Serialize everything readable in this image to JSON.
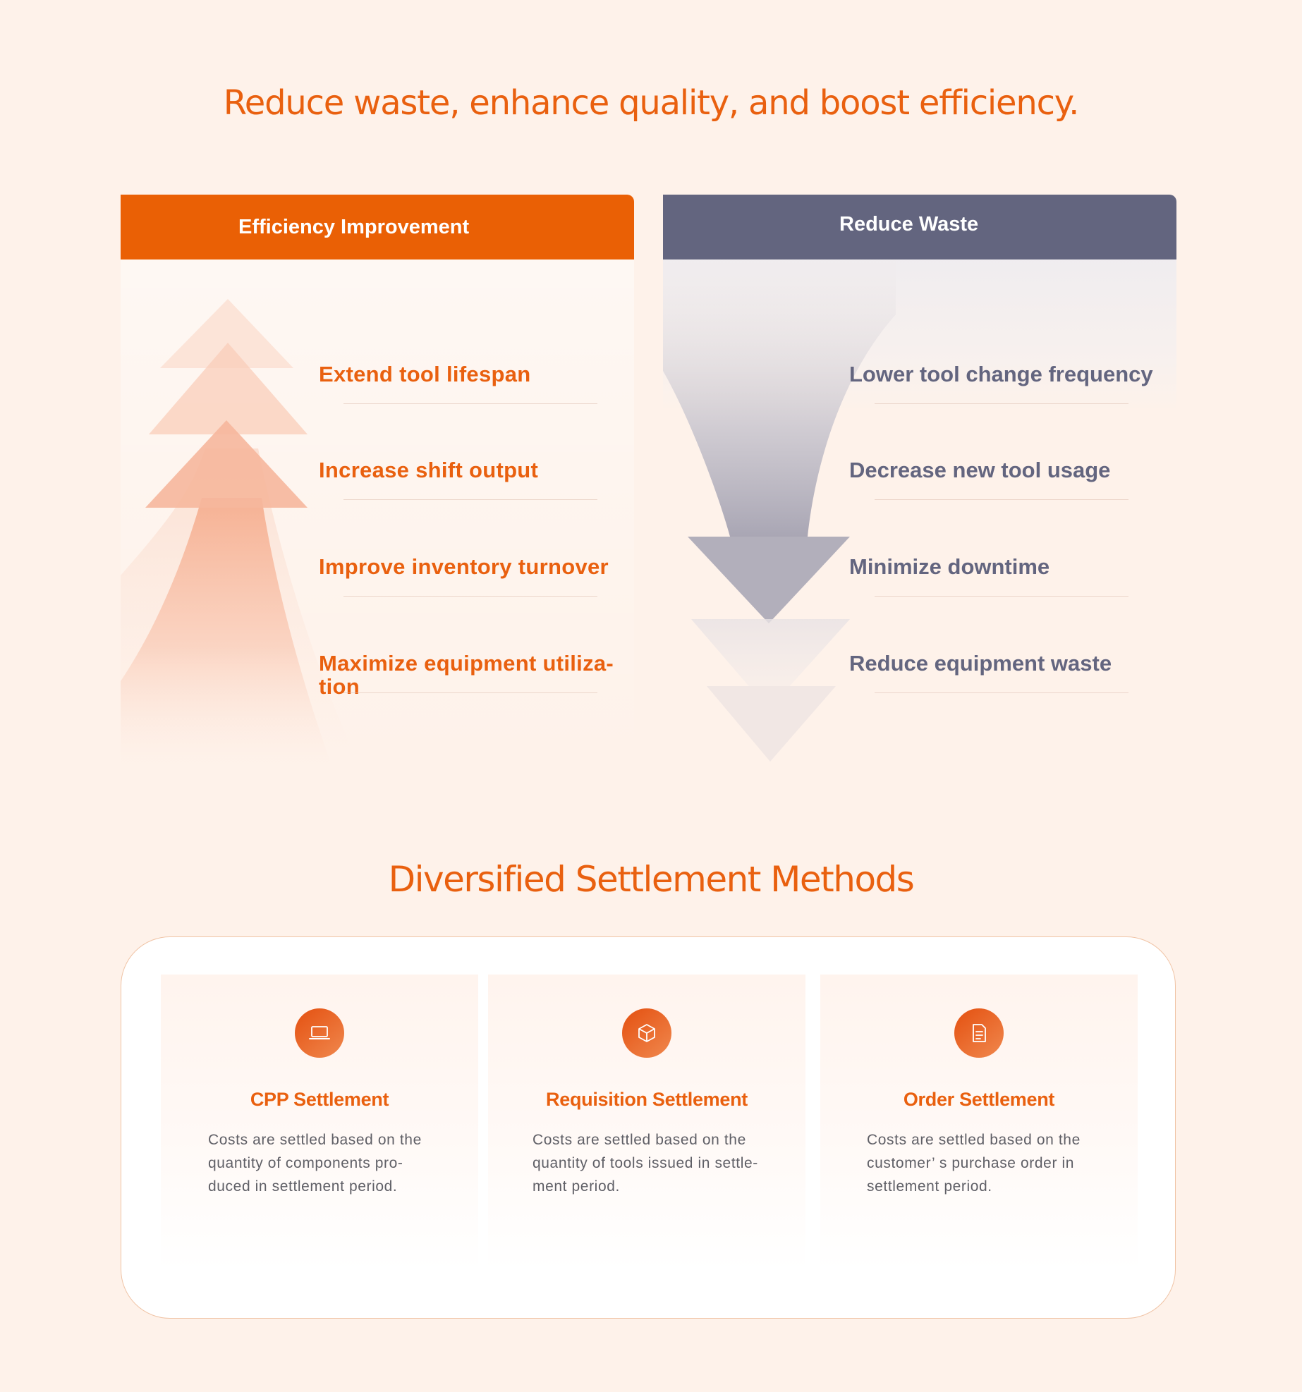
{
  "hero": {
    "title": "Reduce waste,  enhance quality, and boost efficiency."
  },
  "efficiency": {
    "header": "Efficiency Improvement",
    "items": [
      "Extend tool lifespan",
      "Increase shift output",
      "Improve inventory turnover",
      "Maximize equipment utiliza-\ntion"
    ],
    "accent": "#ea6005"
  },
  "waste": {
    "header": "Reduce Waste",
    "items": [
      "Lower tool change frequency",
      "Decrease new tool usage",
      "Minimize downtime",
      "Reduce equipment waste"
    ],
    "accent": "#63657f"
  },
  "settlement": {
    "title": "Diversified Settlement Methods",
    "methods": [
      {
        "icon": "laptop-icon",
        "title": "CPP Settlement",
        "desc": "Costs are settled based on the quantity of components pro-duced in settlement period."
      },
      {
        "icon": "cube-icon",
        "title": "Requisition Settlement",
        "desc": "Costs are settled based on the quantity of tools issued in settle-ment period."
      },
      {
        "icon": "document-icon",
        "title": "Order Settlement",
        "desc": "Costs are settled based on the customer’ s purchase order in settlement period."
      }
    ]
  }
}
